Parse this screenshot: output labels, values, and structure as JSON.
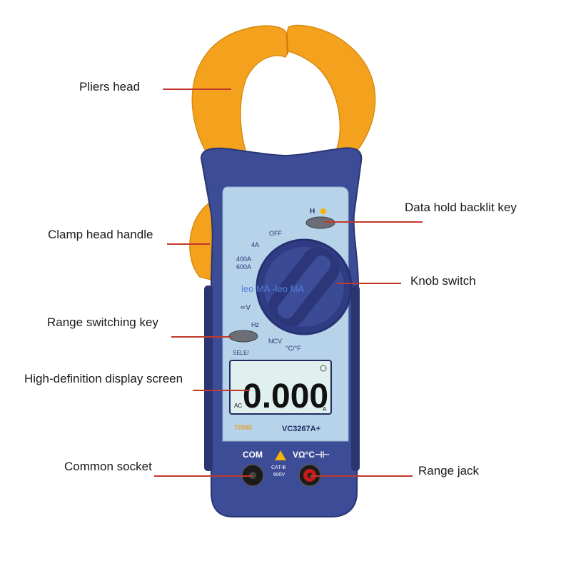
{
  "colors": {
    "body": "#3d4c96",
    "body_dark": "#2a3672",
    "panel": "#b7d3ea",
    "clamp": "#f4a21e",
    "lcd": "#dff0ee",
    "leader": "#c0392b",
    "jack_red": "#c51b1b"
  },
  "callouts": {
    "pliers_head": "Pliers head",
    "clamp_head_handle": "Clamp head handle",
    "range_switching_key": "Range switching key",
    "display_screen": "High-definition display screen",
    "common_socket": "Common socket",
    "data_hold_key": "Data hold backlit key",
    "knob_switch": "Knob switch",
    "range_jack": "Range jack"
  },
  "device": {
    "hold_label": "H",
    "off_label": "OFF",
    "range_4a": "4A",
    "range_400a": "400A",
    "range_600a": "600A",
    "ac_v": "≂V",
    "hz": "Hz",
    "ncv": "NCV",
    "temp": "°C/°F",
    "sele": "SELE/",
    "watermark": "leo MA -leo MA",
    "lcd_reading": "0.000",
    "lcd_ac": "AC",
    "lcd_unit": "A",
    "brand": "TRMS",
    "model": "VC3267A+",
    "com": "COM",
    "vohm": "VΩ°C⊣⊢",
    "cat": "CAT-Ⅲ",
    "volt_rating": "600V"
  }
}
